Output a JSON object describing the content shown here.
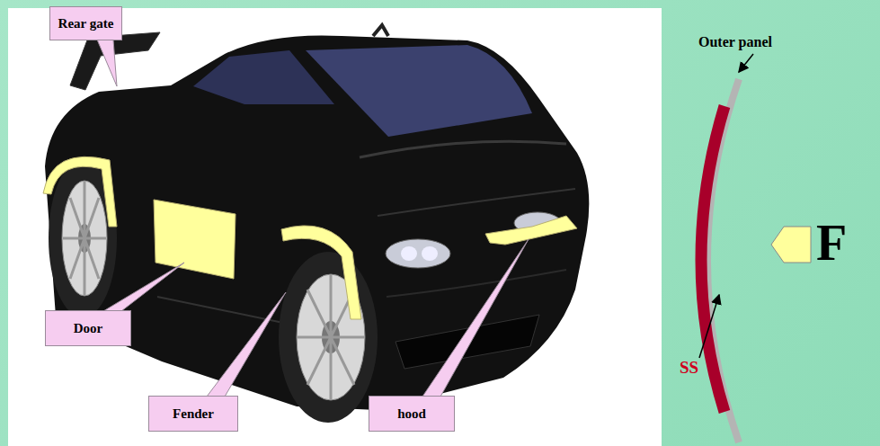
{
  "diagram": {
    "nodes": [
      {
        "text": [
          "Rear gate"
        ]
      },
      {
        "text": [
          "Door"
        ]
      },
      {
        "text": [
          "Fender"
        ]
      },
      {
        "text": [
          "hood"
        ]
      }
    ],
    "labels": [
      "Outer panel",
      "F",
      "SS"
    ]
  }
}
